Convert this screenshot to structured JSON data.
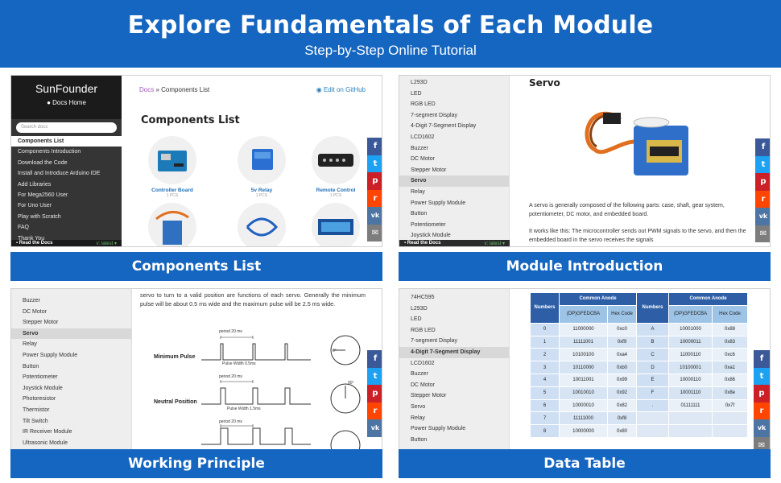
{
  "header": {
    "title": "Explore Fundamentals of Each Module",
    "subtitle": "Step-by-Step Online Tutorial"
  },
  "captions": [
    "Components List",
    "Module Introduction",
    "Working Principle",
    "Data Table"
  ],
  "colors": {
    "brand": "#1566c0",
    "facebook": "#3b5998",
    "twitter": "#1da1f2",
    "pinterest": "#cb2027",
    "reddit": "#ff4500",
    "vk": "#4c75a3",
    "email": "#7d7d7d"
  },
  "share": {
    "facebook": "f",
    "twitter": "t",
    "pinterest": "p",
    "reddit": "r",
    "vk": "vk",
    "email": "✉"
  },
  "panel1": {
    "logo": "SunFounder",
    "docs_home": "Docs Home",
    "search_placeholder": "Search docs",
    "nav": [
      "Components List",
      "Components Introduction",
      "Download the Code",
      "Install and Introduce Arduino IDE",
      "Add Libraries",
      "For Mega2560 User",
      "For Uno User",
      "Play with Scratch",
      "FAQ",
      "Thank You"
    ],
    "footer": "Read the Docs",
    "footer_version": "v: latest ▾",
    "breadcrumb_docs": "Docs",
    "breadcrumb_sep": "»",
    "breadcrumb_page": "Components List",
    "edit": "Edit on GitHub",
    "title": "Components List",
    "components": [
      {
        "name": "Controller Board",
        "qty": "1 PCS"
      },
      {
        "name": "5v Relay",
        "qty": "1 PCS"
      },
      {
        "name": "Remote Control",
        "qty": "1 PCS"
      }
    ]
  },
  "panel2": {
    "nav": [
      "L293D",
      "LED",
      "RGB LED",
      "7-segment Display",
      "4-Digit 7-Segment Display",
      "LCD1602",
      "Buzzer",
      "DC Motor",
      "Stepper Motor",
      "Servo",
      "Relay",
      "Power Supply Module",
      "Button",
      "Potentiometer",
      "Joystick Module"
    ],
    "active": "Servo",
    "footer": "Read the Docs",
    "footer_version": "v: latest ▾",
    "title": "Servo",
    "para1": "A servo is generally composed of the following parts: case, shaft, gear system, potentiometer, DC motor, and embedded board.",
    "para2": "It works like this: The microcontroller sends out PWM signals to the servo, and then the embedded board in the servo receives the signals"
  },
  "panel3": {
    "nav": [
      "Buzzer",
      "DC Motor",
      "Stepper Motor",
      "Servo",
      "Relay",
      "Power Supply Module",
      "Button",
      "Potentiometer",
      "Joystick Module",
      "Photoresistor",
      "Thermistor",
      "Tilt Switch",
      "IR Receiver Module",
      "Ultrasonic Module"
    ],
    "text": "servo to turn to a valid position are functions of each servo. Generally the minimum pulse will be about 0.5 ms wide and the maximum pulse will be 2.5 ms wide.",
    "minimum": "Minimum Pulse",
    "neutral": "Neutral Position",
    "period": "period 20 ms",
    "pw_min": "Pulse Width 0.5ms",
    "pw_neutral": "Pulse Width 1.5ms",
    "deg0": "0°",
    "deg90": "90°"
  },
  "panel4": {
    "nav": [
      "74HC595",
      "L293D",
      "LED",
      "RGB LED",
      "7-segment Display",
      "4-Digit 7-Segment Display",
      "LCD1602",
      "Buzzer",
      "DC Motor",
      "Stepper Motor",
      "Servo",
      "Relay",
      "Power Supply Module",
      "Button"
    ],
    "active": "4-Digit 7-Segment Display",
    "table": {
      "common_anode": "Common Anode",
      "numbers": "Numbers",
      "bits": "(DP)GFEDCBA",
      "hex": "Hex Code",
      "left": [
        [
          "0",
          "11000000",
          "0xc0"
        ],
        [
          "1",
          "11111001",
          "0xf9"
        ],
        [
          "2",
          "10100100",
          "0xa4"
        ],
        [
          "3",
          "10110000",
          "0xb0"
        ],
        [
          "4",
          "10011001",
          "0x99"
        ],
        [
          "5",
          "10010010",
          "0x92"
        ],
        [
          "6",
          "10000010",
          "0x82"
        ],
        [
          "7",
          "11111000",
          "0xf8"
        ],
        [
          "8",
          "10000000",
          "0x80"
        ]
      ],
      "right": [
        [
          "A",
          "10001000",
          "0x88"
        ],
        [
          "B",
          "10000011",
          "0x83"
        ],
        [
          "C",
          "11000110",
          "0xc6"
        ],
        [
          "D",
          "10100001",
          "0xa1"
        ],
        [
          "E",
          "10000110",
          "0x86"
        ],
        [
          "F",
          "10001110",
          "0x8e"
        ],
        [
          ".",
          "01111111",
          "0x7f"
        ]
      ]
    }
  }
}
